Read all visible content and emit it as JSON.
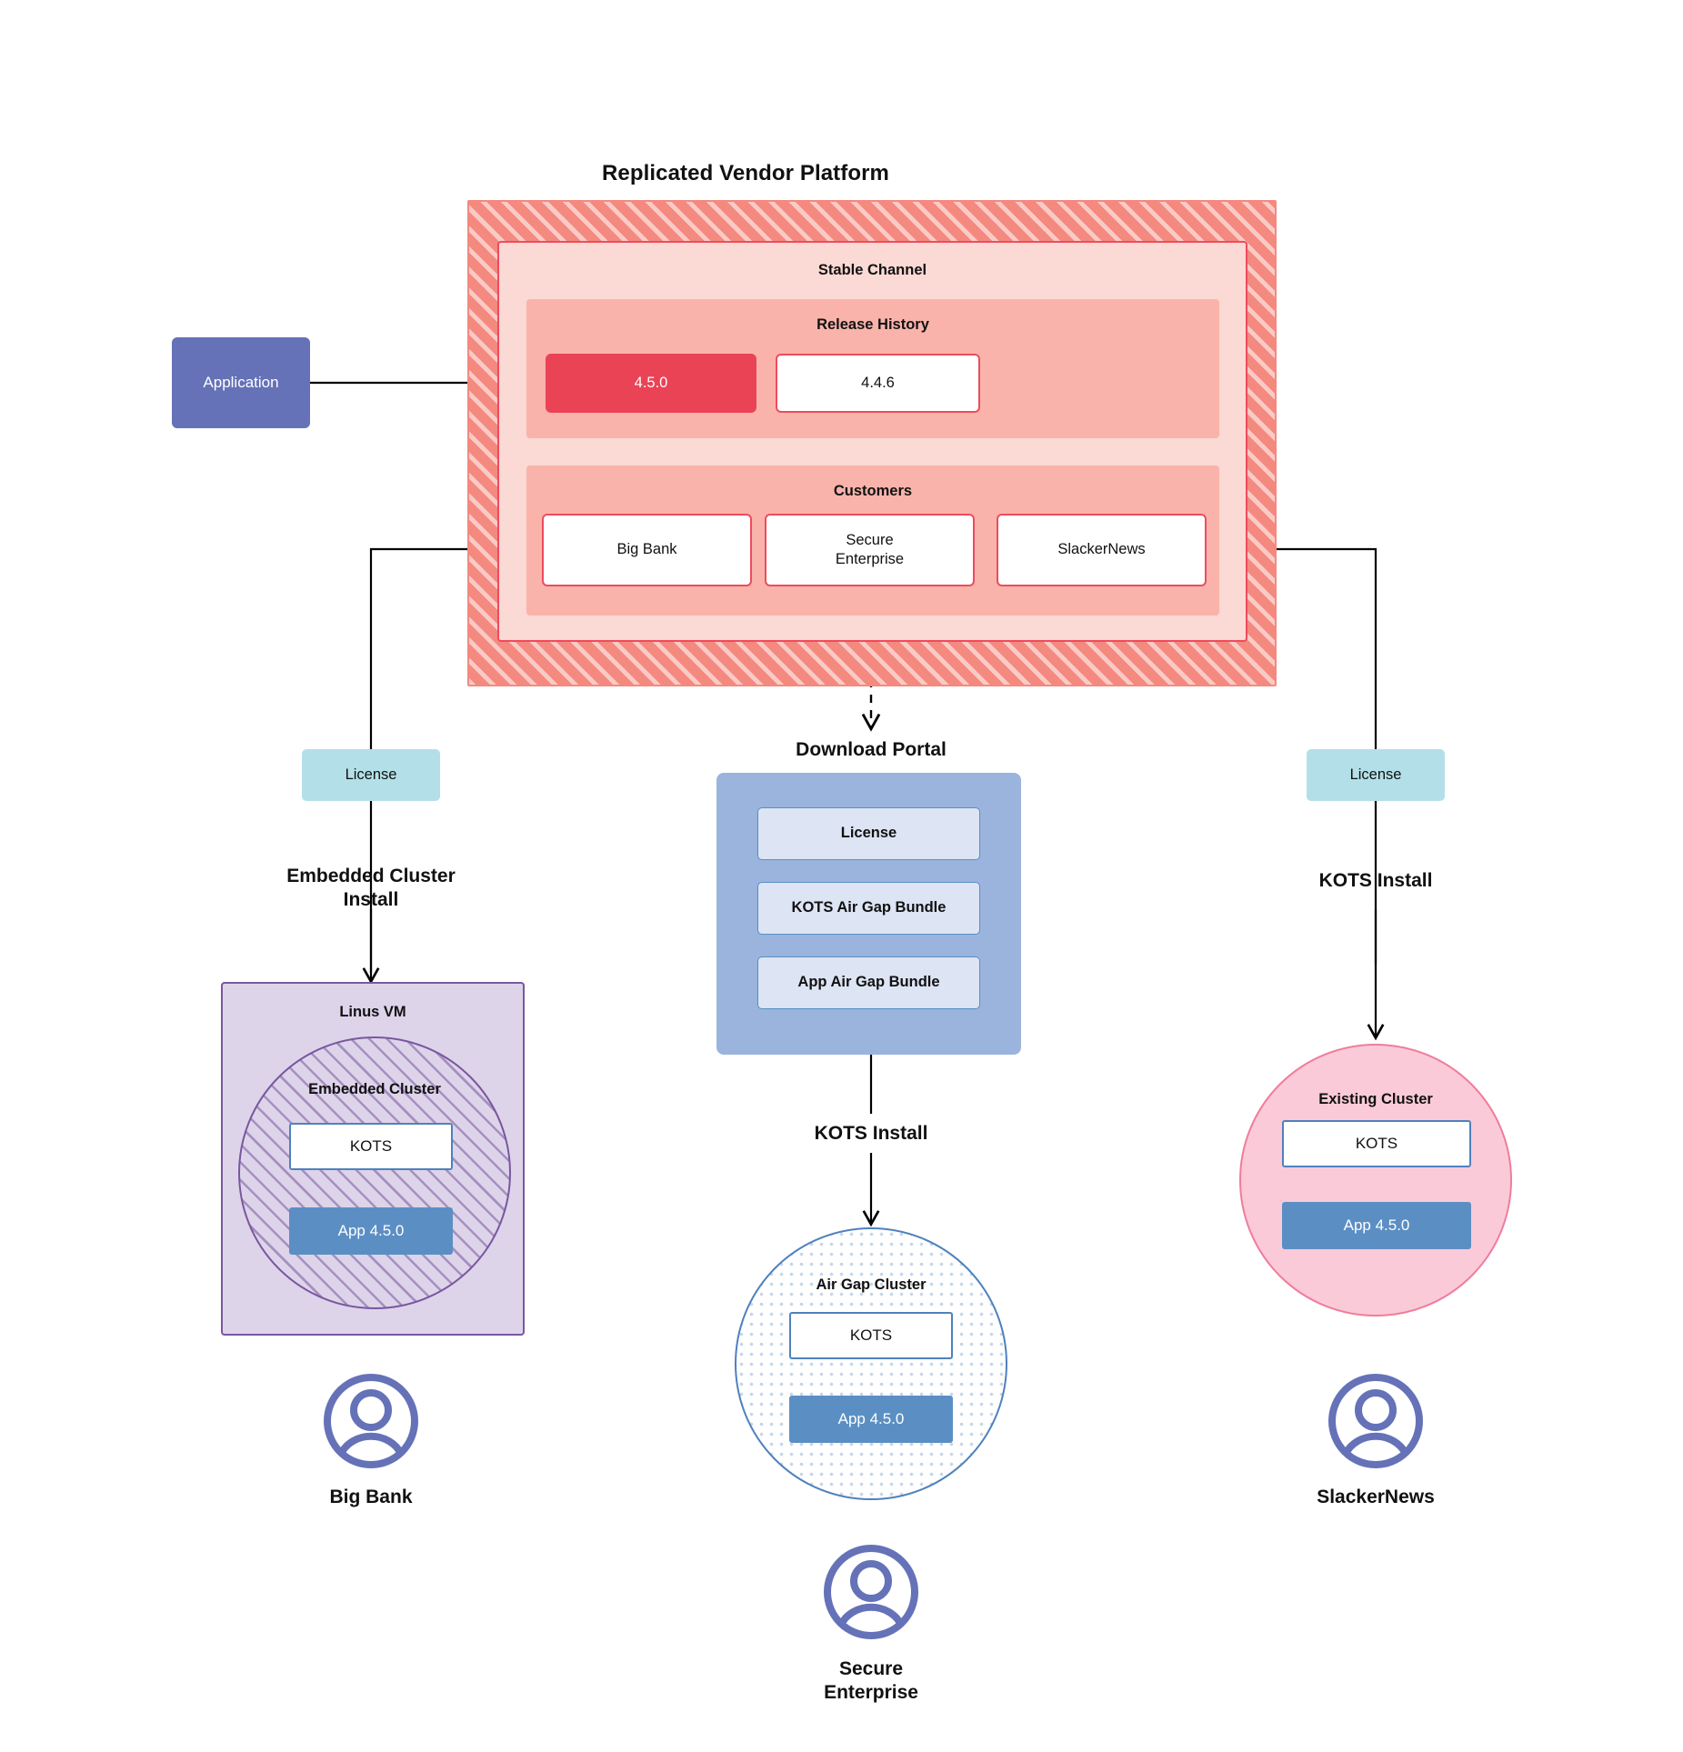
{
  "diagram": {
    "title": "Replicated Vendor Platform",
    "accent_red": "#ef4b5e",
    "accent_blue": "#5b8fc4",
    "accent_purple": "#6572b8",
    "accent_cyan": "#b3e0e8"
  },
  "application": {
    "label": "Application"
  },
  "platform": {
    "channel_label": "Stable Channel",
    "release_history": {
      "label": "Release History",
      "releases": [
        {
          "version": "4.5.0",
          "state": "current"
        },
        {
          "version": "4.4.6",
          "state": "past"
        }
      ]
    },
    "customers": {
      "label": "Customers",
      "items": [
        {
          "name": "Big Bank"
        },
        {
          "name": "Secure\nEnterprise"
        },
        {
          "name": "SlackerNews"
        }
      ]
    }
  },
  "left_branch": {
    "license_label": "License",
    "install_label": "Embedded Cluster\nInstall",
    "vm_label": "Linus VM",
    "cluster_label": "Embedded Cluster",
    "kots_label": "KOTS",
    "app_label": "App 4.5.0",
    "customer_label": "Big Bank"
  },
  "center_branch": {
    "portal_title": "Download  Portal",
    "portal_items": [
      {
        "label": "License"
      },
      {
        "label": "KOTS Air Gap Bundle"
      },
      {
        "label": "App Air Gap Bundle"
      }
    ],
    "install_label": "KOTS Install",
    "cluster_label": "Air Gap Cluster",
    "kots_label": "KOTS",
    "app_label": "App 4.5.0",
    "customer_label": "Secure\nEnterprise"
  },
  "right_branch": {
    "license_label": "License",
    "install_label": "KOTS Install",
    "cluster_label": "Existing Cluster",
    "kots_label": "KOTS",
    "app_label": "App 4.5.0",
    "customer_label": "SlackerNews"
  }
}
